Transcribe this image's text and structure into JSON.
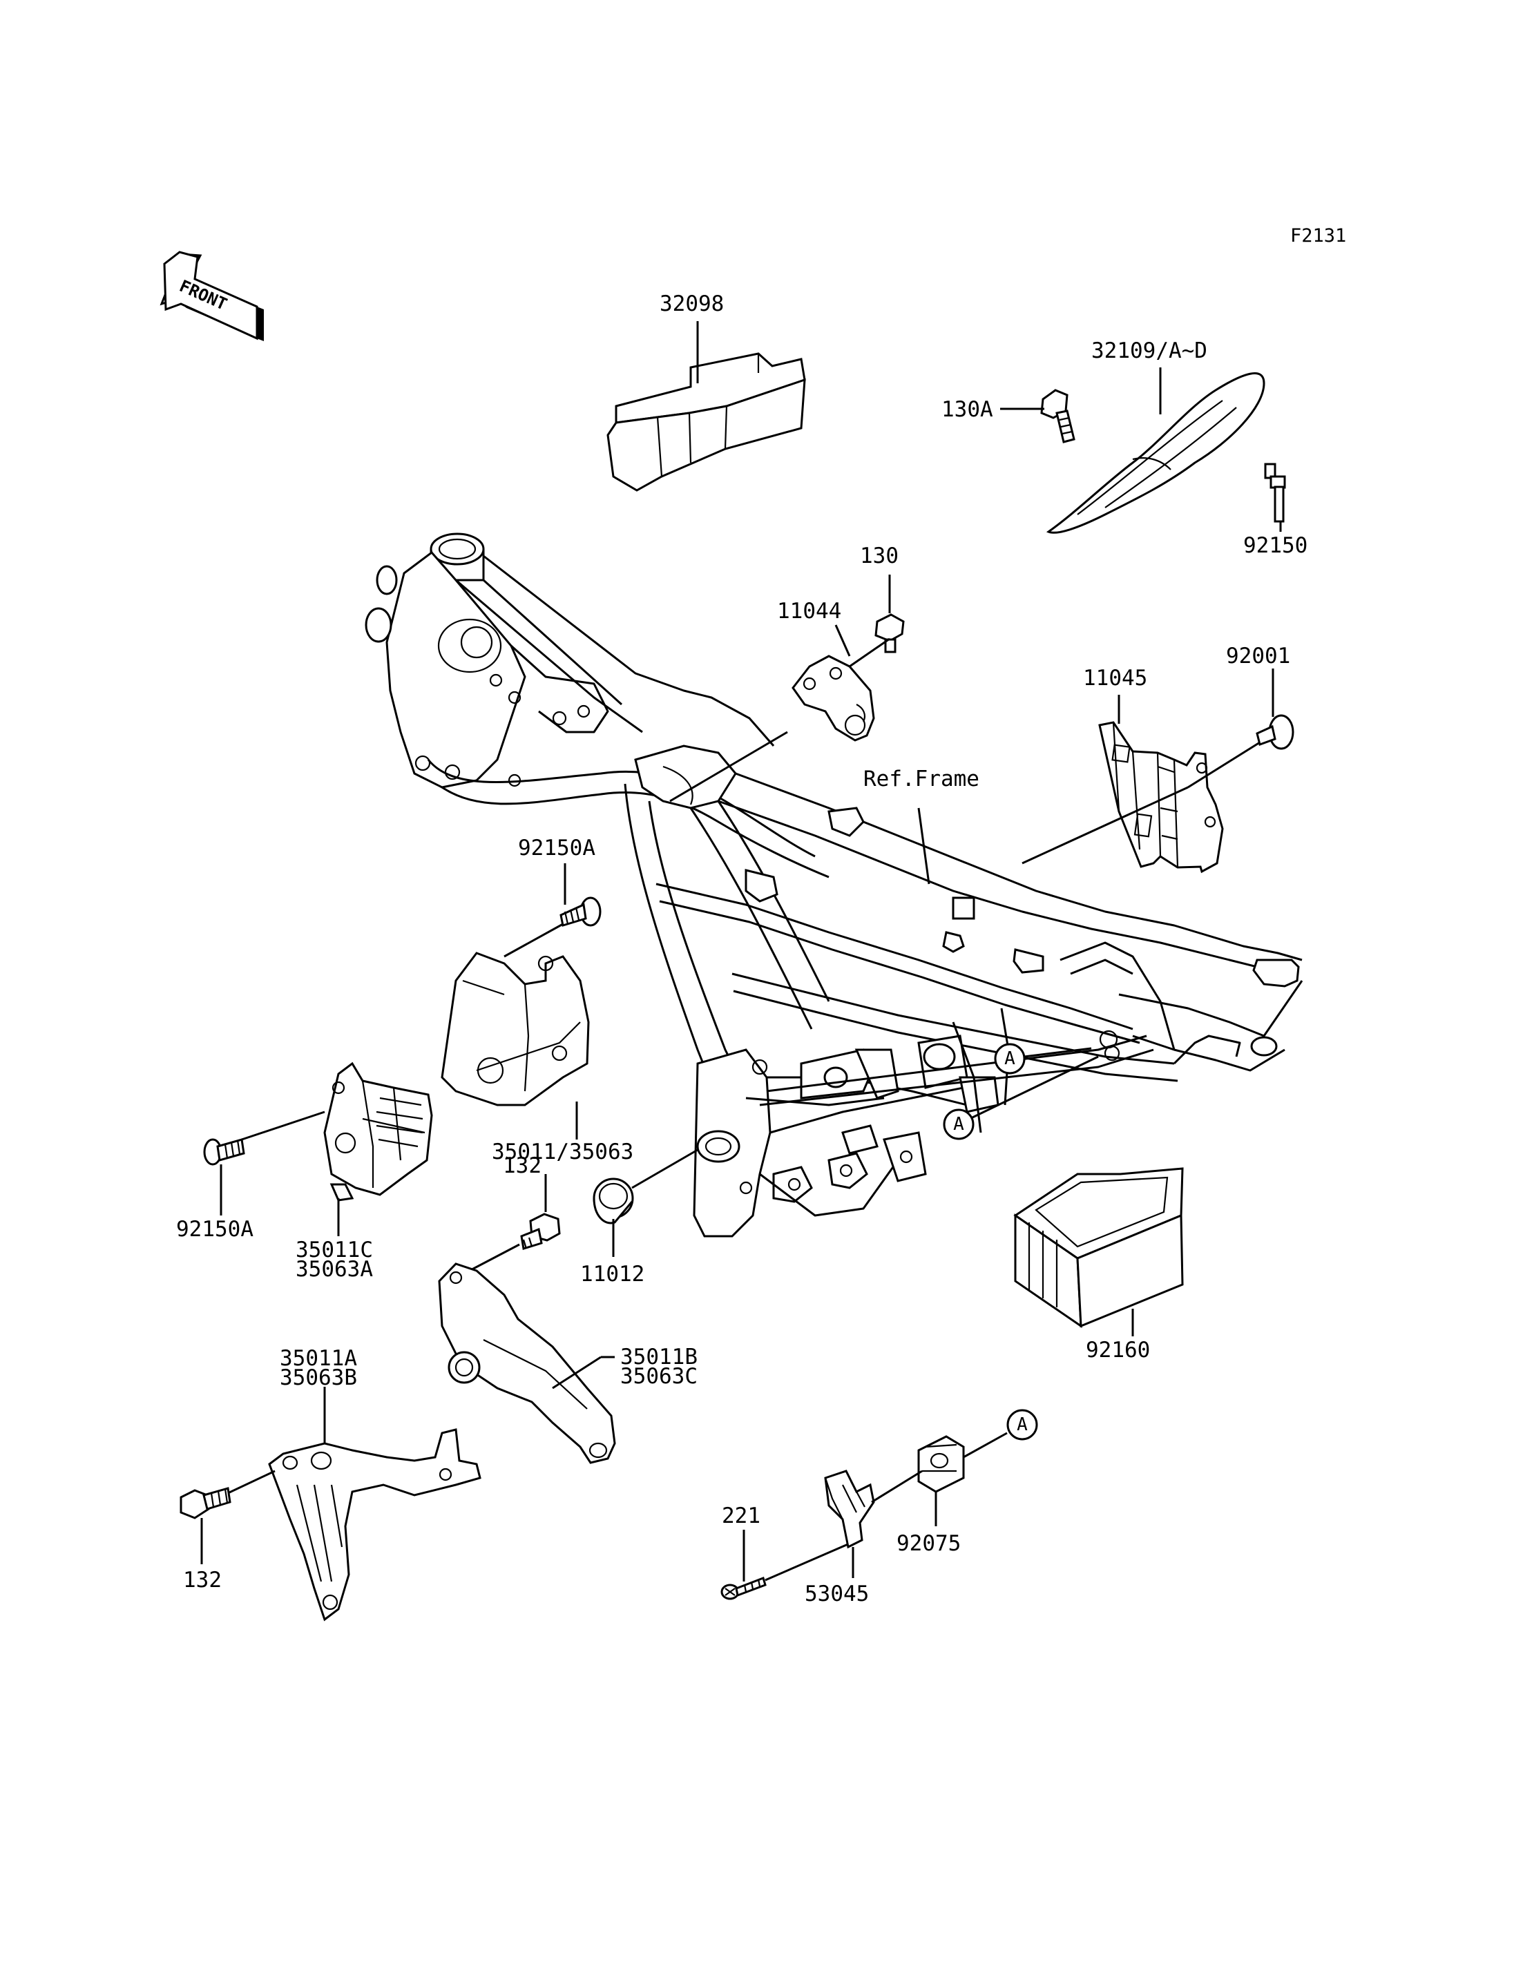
{
  "figure_code": "F2131",
  "front_label": "FRONT",
  "ref_frame_label": "Ref.Frame",
  "ref_circle_letter": "A",
  "labels": {
    "p32098": "32098",
    "p32109": "32109/A~D",
    "p130A": "130A",
    "p92150_top": "92150",
    "p130": "130",
    "p11044": "11044",
    "p11045": "11045",
    "p92001": "92001",
    "p92150A_top": "92150A",
    "p35011_35063": "35011/35063",
    "p132_mid": "132",
    "p92150A_left": "92150A",
    "p35011C": "35011C",
    "p35063A": "35063A",
    "p11012": "11012",
    "p92160": "92160",
    "p35011B": "35011B",
    "p35063C": "35063C",
    "p35011A": "35011A",
    "p35063B": "35063B",
    "p132_left": "132",
    "p221": "221",
    "p53045": "53045",
    "p92075": "92075"
  }
}
